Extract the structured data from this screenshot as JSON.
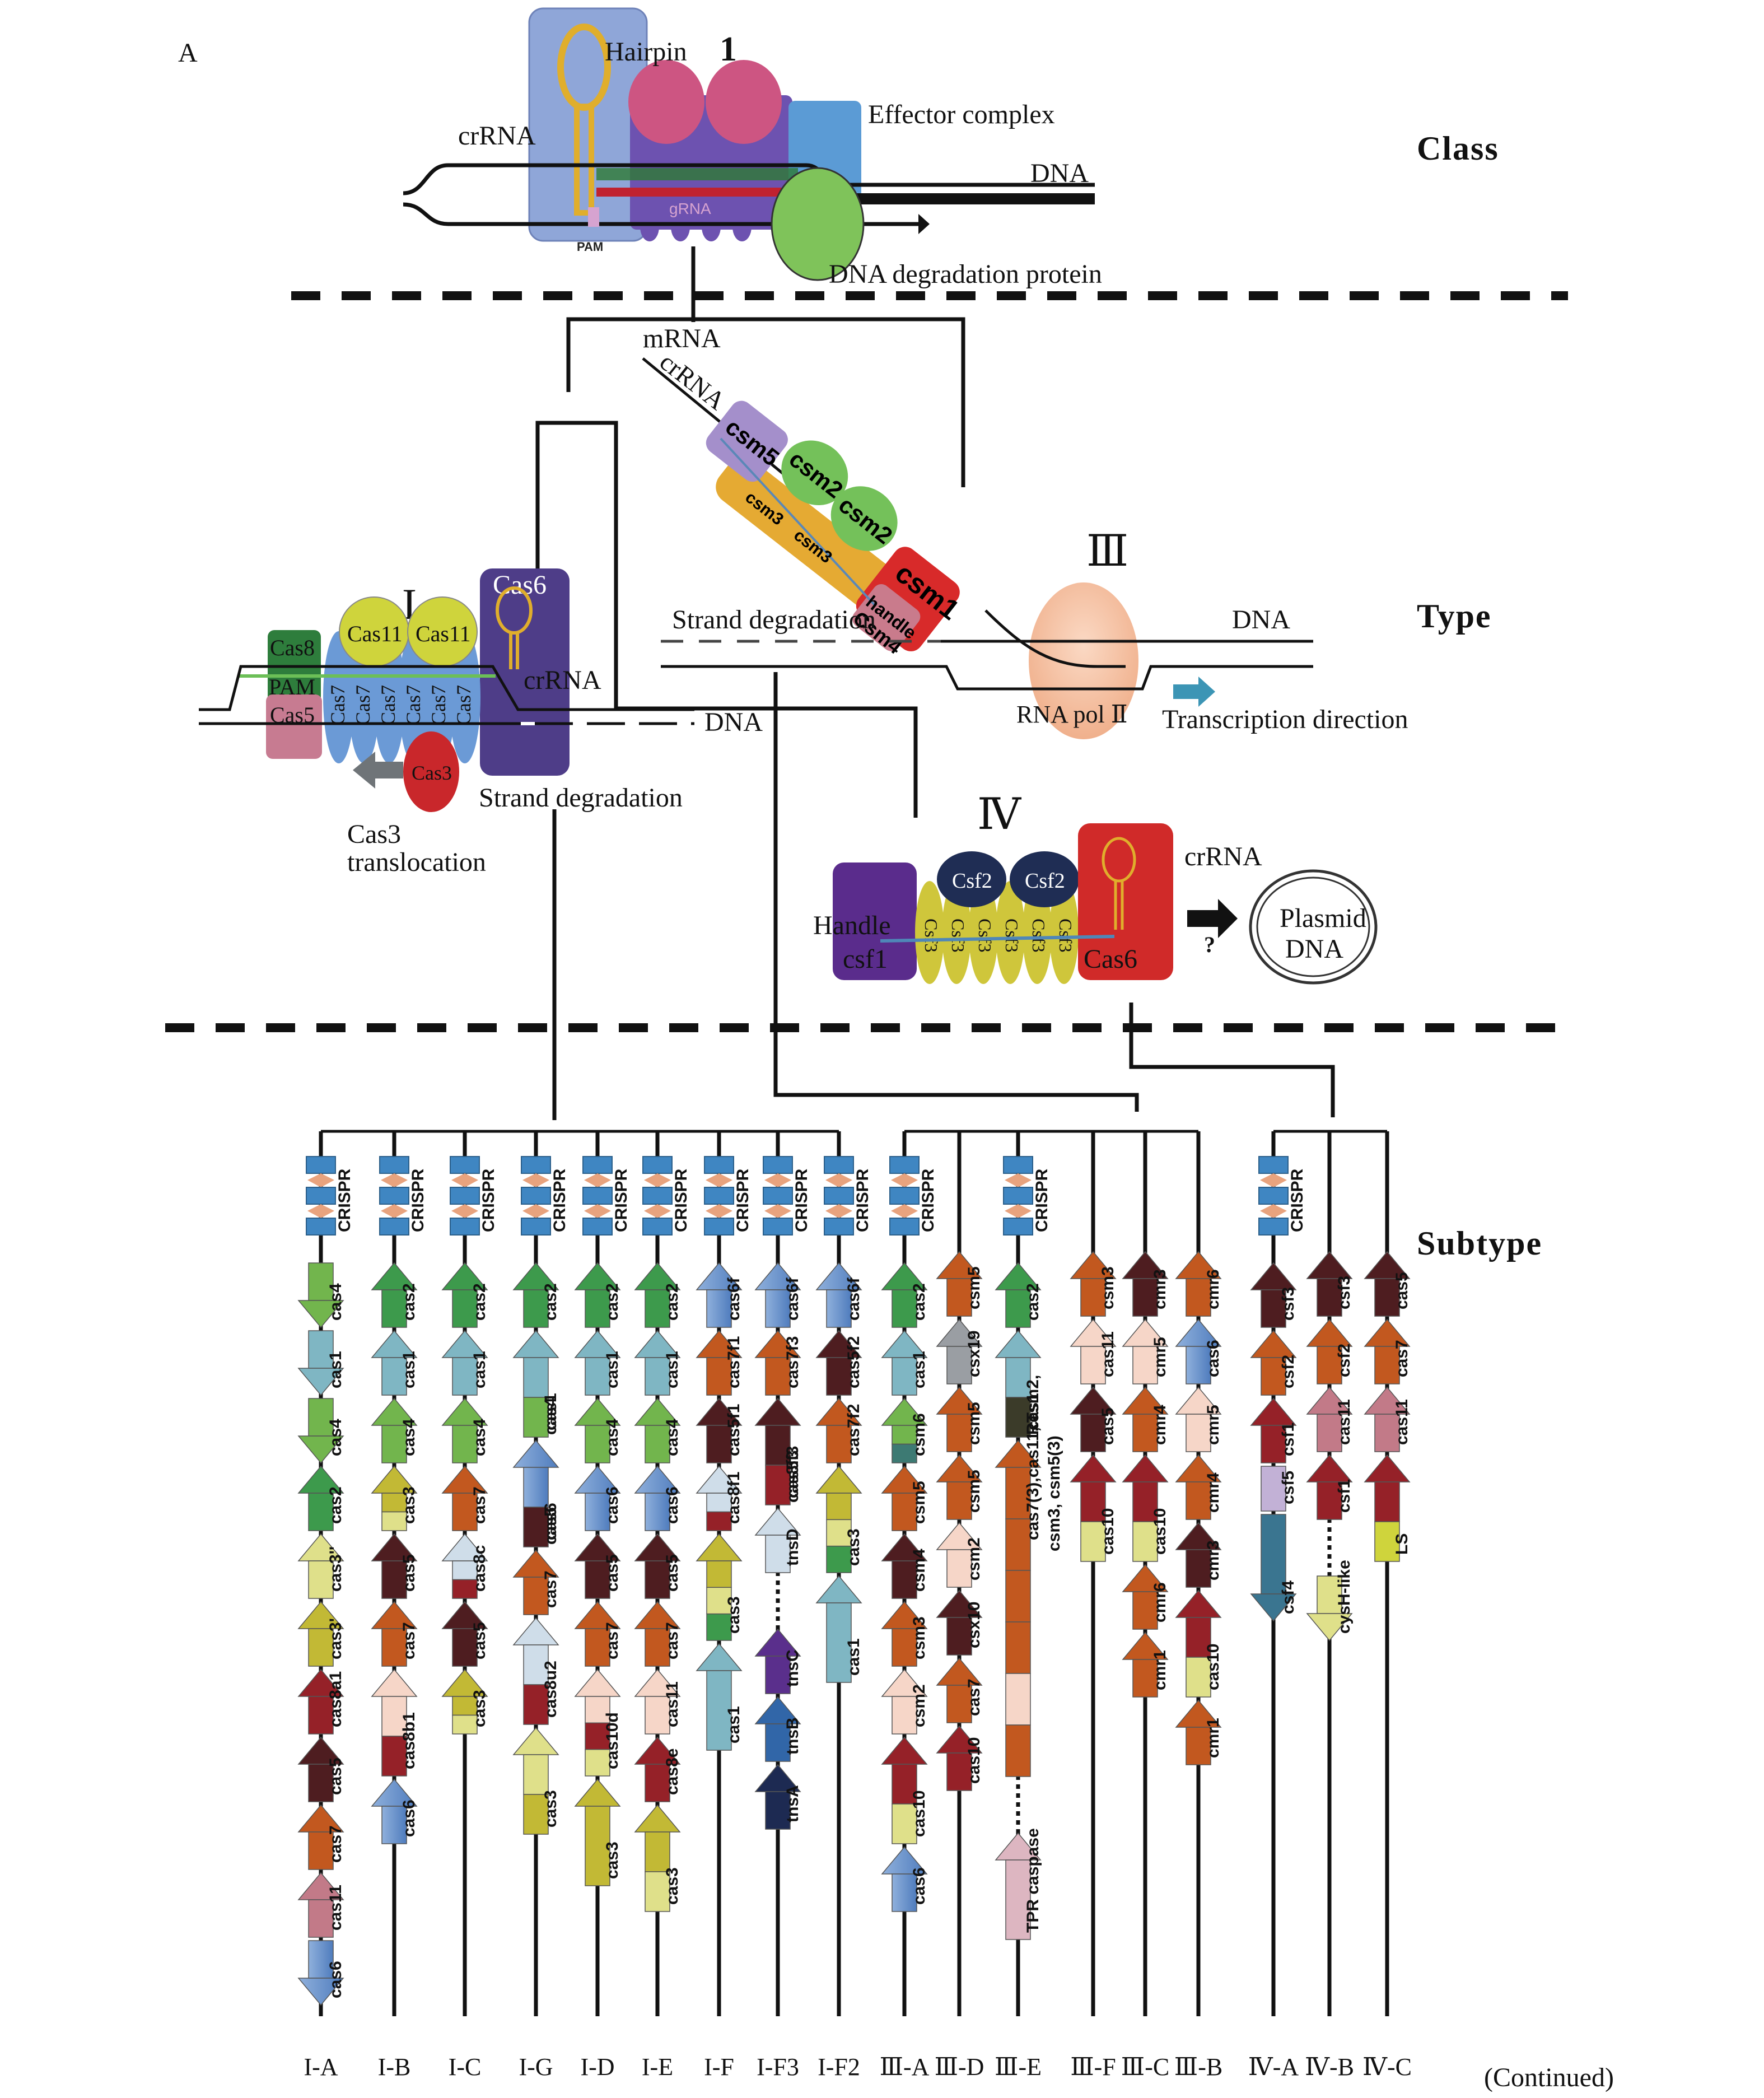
{
  "panel_label": "A",
  "levels": {
    "class": "Class",
    "type": "Type",
    "subtype": "Subtype"
  },
  "continued": "(Continued)",
  "class1": {
    "number": "1",
    "hairpin": "Hairpin",
    "crrna": "crRNA",
    "effector": "Effector complex",
    "dna": "DNA",
    "grna": "gRNA",
    "pam": "PAM",
    "degradation_protein": "DNA degradation protein"
  },
  "type1": {
    "numeral": "I",
    "cas6": "Cas6",
    "cas11a": "Cas11",
    "cas11b": "Cas11",
    "cas8": "Cas8",
    "pam": "PAM",
    "cas5": "Cas5",
    "cas7": "Cas7",
    "cas3": "Cas3",
    "crrna": "crRNA",
    "dna": "DNA",
    "strand_degradation": "Strand degradation",
    "translocation_line1": "Cas3",
    "translocation_line2": "translocation"
  },
  "type3": {
    "numeral": "Ⅲ",
    "mrna": "mRNA",
    "crrna": "crRNA",
    "csm5": "csm5",
    "csm2a": "csm2",
    "csm2b": "csm2",
    "csm3": "csm3",
    "csm1": "csm1",
    "handle": "handle",
    "csm4": "Csm4",
    "strand_degradation": "Strand degradation",
    "dna": "DNA",
    "rnapol": "RNA pol Ⅱ",
    "transcription": "Transcription direction"
  },
  "type4": {
    "numeral": "Ⅳ",
    "csf2a": "Csf2",
    "csf2b": "Csf2",
    "csf3": "Csf3",
    "handle": "Handle",
    "csf1": "csf1",
    "cas6": "Cas6",
    "crrna": "crRNA",
    "question": "?",
    "plasmid_line1": "Plasmid",
    "plasmid_line2": "DNA"
  },
  "colors": {
    "crispr_repeat": "#3f86c2",
    "crispr_spacer": "#e8a37e",
    "cas1": "#7fb6c3",
    "cas2": "#3d9a4c",
    "cas4": "#72b54d",
    "cas3_yellow": "#c2b935",
    "cas3_light": "#dfe08a",
    "cas5": "#4e1d20",
    "cas6": "#6f97cc",
    "cas7": "#c2581f",
    "cas8": "#952128",
    "cas11_light": "#f6d6c8",
    "cas11_pink": "#c27a88",
    "pale_blue": "#cfdde9",
    "gray": "#9a9ea3",
    "teal": "#3d7a73",
    "rt": "#3b3b29",
    "purple": "#5a2f8c",
    "blue": "#3166a8",
    "navy": "#1d2a52",
    "lavender": "#c2b1d6",
    "steel": "#3a7590",
    "lime": "#cfd43c",
    "tpr": "#ddb6c1"
  },
  "subtypes": [
    {
      "name": "I-A",
      "crispr": true,
      "genes": [
        {
          "label": "cas4",
          "dir": "down",
          "segs": [
            "cas4"
          ]
        },
        {
          "label": "cas1",
          "dir": "down",
          "segs": [
            "cas1"
          ]
        },
        {
          "label": "cas4",
          "dir": "down",
          "segs": [
            "cas4"
          ]
        },
        {
          "label": "cas2",
          "dir": "up",
          "segs": [
            "cas2"
          ]
        },
        {
          "label": "cas3''",
          "dir": "up",
          "segs": [
            "cas3_light"
          ]
        },
        {
          "label": "cas3'",
          "dir": "up",
          "segs": [
            "cas3_yellow"
          ]
        },
        {
          "label": "cas8a1",
          "dir": "up",
          "segs": [
            "cas8"
          ]
        },
        {
          "label": "cas5",
          "dir": "up",
          "segs": [
            "cas5"
          ]
        },
        {
          "label": "cas7",
          "dir": "up",
          "segs": [
            "cas7"
          ]
        },
        {
          "label": "cas11",
          "dir": "up",
          "segs": [
            "cas11_pink"
          ]
        },
        {
          "label": "cas6",
          "dir": "down",
          "segs": [
            "cas6"
          ]
        }
      ]
    },
    {
      "name": "I-B",
      "crispr": true,
      "genes": [
        {
          "label": "cas2",
          "dir": "up",
          "segs": [
            "cas2"
          ]
        },
        {
          "label": "cas1",
          "dir": "up",
          "segs": [
            "cas1"
          ]
        },
        {
          "label": "cas4",
          "dir": "up",
          "segs": [
            "cas4"
          ]
        },
        {
          "label": "cas3",
          "dir": "up",
          "segs": [
            "cas3_yellow",
            "cas3_light"
          ]
        },
        {
          "label": "cas5",
          "dir": "up",
          "segs": [
            "cas5"
          ]
        },
        {
          "label": "cas7",
          "dir": "up",
          "segs": [
            "cas7"
          ]
        },
        {
          "label": "cas8b1",
          "dir": "up",
          "segs": [
            "cas11_light",
            "cas8"
          ],
          "long": true
        },
        {
          "label": "cas6",
          "dir": "up",
          "segs": [
            "cas6"
          ]
        }
      ]
    },
    {
      "name": "I-C",
      "crispr": true,
      "genes": [
        {
          "label": "cas2",
          "dir": "up",
          "segs": [
            "cas2"
          ]
        },
        {
          "label": "cas1",
          "dir": "up",
          "segs": [
            "cas1"
          ]
        },
        {
          "label": "cas4",
          "dir": "up",
          "segs": [
            "cas4"
          ]
        },
        {
          "label": "cas7",
          "dir": "up",
          "segs": [
            "cas7"
          ]
        },
        {
          "label": "cas8c",
          "dir": "up",
          "segs": [
            "pale_blue",
            "cas8"
          ]
        },
        {
          "label": "cas5",
          "dir": "up",
          "segs": [
            "cas5"
          ]
        },
        {
          "label": "cas3",
          "dir": "up",
          "segs": [
            "cas3_yellow",
            "cas3_light"
          ]
        }
      ]
    },
    {
      "name": "I-G",
      "crispr": true,
      "genes": [
        {
          "label": "cas2",
          "dir": "up",
          "segs": [
            "cas2"
          ]
        },
        {
          "label": "cas1",
          "dir": "up",
          "segs": [
            "cas1",
            "cas4"
          ],
          "long": true
        },
        {
          "label": "cas4",
          "dir": "none",
          "segs": []
        },
        {
          "label": "cas6",
          "dir": "up",
          "segs": [
            "cas6",
            "cas5"
          ],
          "long": true
        },
        {
          "label": "cas5",
          "dir": "none",
          "segs": []
        },
        {
          "label": "cas7",
          "dir": "up",
          "segs": [
            "cas7"
          ]
        },
        {
          "label": "cas8u2",
          "dir": "up",
          "segs": [
            "pale_blue",
            "cas8"
          ],
          "long": true
        },
        {
          "label": "cas3",
          "dir": "up",
          "segs": [
            "cas3_light",
            "cas3_yellow"
          ],
          "long": true
        }
      ]
    },
    {
      "name": "I-D",
      "crispr": true,
      "genes": [
        {
          "label": "cas2",
          "dir": "up",
          "segs": [
            "cas2"
          ]
        },
        {
          "label": "cas1",
          "dir": "up",
          "segs": [
            "cas1"
          ]
        },
        {
          "label": "cas4",
          "dir": "up",
          "segs": [
            "cas4"
          ]
        },
        {
          "label": "cas6",
          "dir": "up",
          "segs": [
            "cas6"
          ]
        },
        {
          "label": "cas5",
          "dir": "up",
          "segs": [
            "cas5"
          ]
        },
        {
          "label": "cas7",
          "dir": "up",
          "segs": [
            "cas7"
          ]
        },
        {
          "label": "cas10d",
          "dir": "up",
          "segs": [
            "cas11_light",
            "cas8",
            "cas3_light"
          ],
          "long": true
        },
        {
          "label": "cas3",
          "dir": "up",
          "segs": [
            "cas3_yellow"
          ],
          "long": true
        }
      ]
    },
    {
      "name": "I-E",
      "crispr": true,
      "genes": [
        {
          "label": "cas2",
          "dir": "up",
          "segs": [
            "cas2"
          ]
        },
        {
          "label": "cas1",
          "dir": "up",
          "segs": [
            "cas1"
          ]
        },
        {
          "label": "cas4",
          "dir": "up",
          "segs": [
            "cas4"
          ]
        },
        {
          "label": "cas6",
          "dir": "up",
          "segs": [
            "cas6"
          ]
        },
        {
          "label": "cas5",
          "dir": "up",
          "segs": [
            "cas5"
          ]
        },
        {
          "label": "cas7",
          "dir": "up",
          "segs": [
            "cas7"
          ]
        },
        {
          "label": "cas11",
          "dir": "up",
          "segs": [
            "cas11_light"
          ]
        },
        {
          "label": "cas8e",
          "dir": "up",
          "segs": [
            "cas8"
          ]
        },
        {
          "label": "cas3",
          "dir": "up",
          "segs": [
            "cas3_yellow",
            "cas3_light"
          ],
          "long": true
        }
      ]
    },
    {
      "name": "I-F",
      "crispr": true,
      "genes": [
        {
          "label": "cas6f",
          "dir": "up",
          "segs": [
            "cas6"
          ]
        },
        {
          "label": "cas7f1",
          "dir": "up",
          "segs": [
            "cas7"
          ]
        },
        {
          "label": "cas5f1",
          "dir": "up",
          "segs": [
            "cas5"
          ]
        },
        {
          "label": "cas8f1",
          "dir": "up",
          "segs": [
            "pale_blue",
            "cas8"
          ]
        },
        {
          "label": "cas3",
          "dir": "up",
          "segs": [
            "cas3_yellow",
            "cas3_light",
            "cas2"
          ],
          "long": true
        },
        {
          "label": "cas1",
          "dir": "up",
          "segs": [
            "cas1"
          ],
          "long": true
        }
      ]
    },
    {
      "name": "I-F3",
      "crispr": true,
      "genes": [
        {
          "label": "cas6f",
          "dir": "up",
          "segs": [
            "cas6"
          ]
        },
        {
          "label": "cas7f3",
          "dir": "up",
          "segs": [
            "cas7"
          ]
        },
        {
          "label": "cas5f3",
          "dir": "up",
          "segs": [
            "cas5",
            "cas8"
          ],
          "long": true
        },
        {
          "label": "cas8f3",
          "dir": "none",
          "segs": []
        },
        {
          "label": "tnsD",
          "dir": "up",
          "segs": [
            "pale_blue"
          ],
          "gap_after": true
        },
        {
          "label": "tnsC",
          "dir": "up",
          "segs": [
            "purple"
          ]
        },
        {
          "label": "tnsB",
          "dir": "up",
          "segs": [
            "blue"
          ]
        },
        {
          "label": "tnsA",
          "dir": "up",
          "segs": [
            "navy"
          ]
        }
      ]
    },
    {
      "name": "I-F2",
      "crispr": true,
      "genes": [
        {
          "label": "cas6f",
          "dir": "up",
          "segs": [
            "cas6"
          ]
        },
        {
          "label": "cas5f2",
          "dir": "up",
          "segs": [
            "cas5"
          ]
        },
        {
          "label": "cas7f2",
          "dir": "up",
          "segs": [
            "cas7"
          ]
        },
        {
          "label": "cas3",
          "dir": "up",
          "segs": [
            "cas3_yellow",
            "cas3_light",
            "cas2"
          ],
          "long": true
        },
        {
          "label": "cas1",
          "dir": "up",
          "segs": [
            "cas1"
          ],
          "long": true
        }
      ]
    },
    {
      "name": "Ⅲ-A",
      "crispr": true,
      "genes": [
        {
          "label": "cas2",
          "dir": "up",
          "segs": [
            "cas2"
          ]
        },
        {
          "label": "cas1",
          "dir": "up",
          "segs": [
            "cas1"
          ]
        },
        {
          "label": "csm6",
          "dir": "up",
          "segs": [
            "cas4",
            "teal"
          ]
        },
        {
          "label": "csm5",
          "dir": "up",
          "segs": [
            "cas7"
          ]
        },
        {
          "label": "csm4",
          "dir": "up",
          "segs": [
            "cas5"
          ]
        },
        {
          "label": "csm3",
          "dir": "up",
          "segs": [
            "cas7"
          ]
        },
        {
          "label": "csm2",
          "dir": "up",
          "segs": [
            "cas11_light"
          ]
        },
        {
          "label": "cas10",
          "dir": "up",
          "segs": [
            "cas8",
            "cas3_light"
          ],
          "long": true
        },
        {
          "label": "cas6",
          "dir": "up",
          "segs": [
            "cas6"
          ]
        }
      ]
    },
    {
      "name": "Ⅲ-D",
      "crispr": false,
      "genes": [
        {
          "label": "csm5",
          "dir": "up",
          "segs": [
            "cas7"
          ]
        },
        {
          "label": "csx19",
          "dir": "up",
          "segs": [
            "gray"
          ]
        },
        {
          "label": "csm5",
          "dir": "up",
          "segs": [
            "cas7"
          ]
        },
        {
          "label": "csm5",
          "dir": "up",
          "segs": [
            "cas7"
          ]
        },
        {
          "label": "csm2",
          "dir": "up",
          "segs": [
            "cas11_light"
          ]
        },
        {
          "label": "csx10",
          "dir": "up",
          "segs": [
            "cas5"
          ]
        },
        {
          "label": "cas7",
          "dir": "up",
          "segs": [
            "cas7"
          ]
        },
        {
          "label": "cas10",
          "dir": "up",
          "segs": [
            "cas8"
          ]
        }
      ]
    },
    {
      "name": "Ⅲ-E",
      "crispr": true,
      "genes": [
        {
          "label": "cas2",
          "dir": "up",
          "segs": [
            "cas2"
          ]
        },
        {
          "label": "cas1",
          "dir": "up",
          "segs": [
            "cas1",
            "rt"
          ],
          "long": true
        },
        {
          "label": "RT",
          "dir": "none",
          "segs": []
        },
        {
          "label": "cas7(3),cas11, csm2,",
          "label2": "csm3, csm5(3)",
          "dir": "up",
          "segs": [
            "cas7",
            "cas7",
            "cas7",
            "cas7",
            "cas11_light",
            "cas7"
          ],
          "xlong": true,
          "gap_after": true
        },
        {
          "label": "TPR caspase",
          "dir": "up",
          "segs": [
            "tpr"
          ],
          "long": true
        }
      ]
    },
    {
      "name": "Ⅲ-F",
      "crispr": false,
      "genes": [
        {
          "label": "csm3",
          "dir": "up",
          "segs": [
            "cas7"
          ]
        },
        {
          "label": "cas11",
          "dir": "up",
          "segs": [
            "cas11_light"
          ]
        },
        {
          "label": "cas5",
          "dir": "up",
          "segs": [
            "cas5"
          ]
        },
        {
          "label": "cas10",
          "dir": "up",
          "segs": [
            "cas8",
            "cas3_light"
          ],
          "long": true
        }
      ]
    },
    {
      "name": "Ⅲ-C",
      "crispr": false,
      "genes": [
        {
          "label": "cmr3",
          "dir": "up",
          "segs": [
            "cas5"
          ]
        },
        {
          "label": "cmr5",
          "dir": "up",
          "segs": [
            "cas11_light"
          ]
        },
        {
          "label": "cmr4",
          "dir": "up",
          "segs": [
            "cas7"
          ]
        },
        {
          "label": "cas10",
          "dir": "up",
          "segs": [
            "cas8",
            "cas3_light"
          ],
          "long": true
        },
        {
          "label": "cmr6",
          "dir": "up",
          "segs": [
            "cas7"
          ]
        },
        {
          "label": "cmr1",
          "dir": "up",
          "segs": [
            "cas7"
          ]
        }
      ]
    },
    {
      "name": "Ⅲ-B",
      "crispr": false,
      "genes": [
        {
          "label": "cmr6",
          "dir": "up",
          "segs": [
            "cas7"
          ]
        },
        {
          "label": "cas6",
          "dir": "up",
          "segs": [
            "cas6"
          ]
        },
        {
          "label": "cmr5",
          "dir": "up",
          "segs": [
            "cas11_light"
          ]
        },
        {
          "label": "cmr4",
          "dir": "up",
          "segs": [
            "cas7"
          ]
        },
        {
          "label": "cmr3",
          "dir": "up",
          "segs": [
            "cas5"
          ]
        },
        {
          "label": "cas10",
          "dir": "up",
          "segs": [
            "cas8",
            "cas3_light"
          ],
          "long": true
        },
        {
          "label": "cmr1",
          "dir": "up",
          "segs": [
            "cas7"
          ]
        }
      ]
    },
    {
      "name": "Ⅳ-A",
      "crispr": true,
      "genes": [
        {
          "label": "csf3",
          "dir": "up",
          "segs": [
            "cas5"
          ]
        },
        {
          "label": "csf2",
          "dir": "up",
          "segs": [
            "cas7"
          ]
        },
        {
          "label": "csf1",
          "dir": "up",
          "segs": [
            "cas8"
          ]
        },
        {
          "label": "csf5",
          "dir": "none-box",
          "segs": [
            "lavender"
          ]
        },
        {
          "label": "csf4",
          "dir": "down",
          "segs": [
            "steel"
          ],
          "long": true
        }
      ]
    },
    {
      "name": "Ⅳ-B",
      "crispr": false,
      "genes": [
        {
          "label": "csf3",
          "dir": "up",
          "segs": [
            "cas5"
          ]
        },
        {
          "label": "csf2",
          "dir": "up",
          "segs": [
            "cas7"
          ]
        },
        {
          "label": "cas11",
          "dir": "up",
          "segs": [
            "cas11_pink"
          ]
        },
        {
          "label": "csf1",
          "dir": "up",
          "segs": [
            "cas8"
          ],
          "gap_after": true
        },
        {
          "label": "cysH-like",
          "dir": "down",
          "segs": [
            "cas3_light"
          ]
        }
      ]
    },
    {
      "name": "Ⅳ-C",
      "crispr": false,
      "genes": [
        {
          "label": "cas5",
          "dir": "up",
          "segs": [
            "cas5"
          ]
        },
        {
          "label": "cas7",
          "dir": "up",
          "segs": [
            "cas7"
          ]
        },
        {
          "label": "cas11",
          "dir": "up",
          "segs": [
            "cas11_pink"
          ]
        },
        {
          "label": "LS",
          "dir": "up",
          "segs": [
            "cas8",
            "lime"
          ],
          "long": true
        }
      ]
    }
  ]
}
